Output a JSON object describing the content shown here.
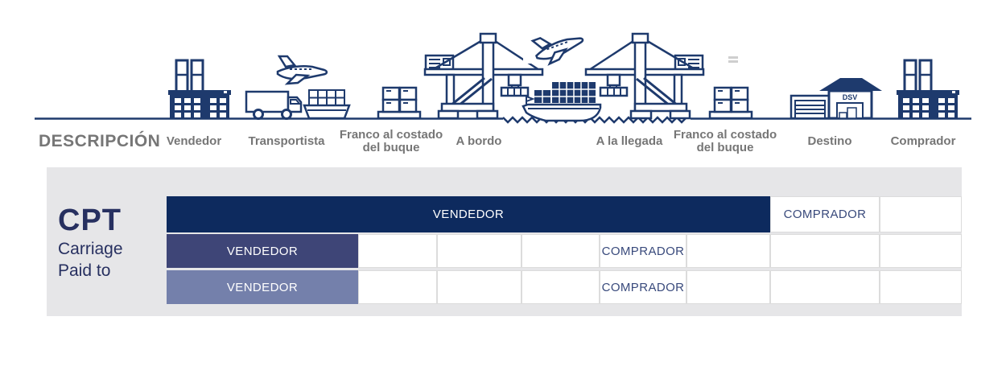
{
  "incoterm": {
    "code": "CPT",
    "name_line1": "Carriage",
    "name_line2": "Paid to"
  },
  "description": {
    "title": "DESCRIPCIÓN",
    "labels": [
      "Vendedor",
      "Transportista",
      "Franco al costado del buque",
      "A bordo",
      "A la llegada",
      "Franco al costado del buque",
      "Destino",
      "Comprador"
    ]
  },
  "warehouse_label": "DSV",
  "icons": [
    "factory-icon",
    "truck-icon",
    "airplane-icon",
    "cargo-ship-icon",
    "boxes-icon",
    "container-crane-icon",
    "runway-icon",
    "airplane-takeoff-icon",
    "container-ship-icon",
    "container-crane-mirrored-icon",
    "equals-icon",
    "boxes-icon",
    "warehouse-icon",
    "factory-icon",
    "ground-line",
    "water-wave"
  ],
  "table": {
    "columns": [
      238,
      98,
      105,
      97,
      108,
      104,
      136,
      102
    ],
    "rows": [
      {
        "cells": [
          {
            "type": "bar",
            "color": "dark",
            "label": "VENDEDOR",
            "span": 6
          },
          {
            "type": "cell",
            "label": "COMPRADOR",
            "span": 1
          },
          {
            "type": "cell",
            "label": "",
            "span": 1
          }
        ]
      },
      {
        "cells": [
          {
            "type": "bar",
            "color": "mid",
            "label": "VENDEDOR",
            "span": 1
          },
          {
            "type": "cell",
            "label": "",
            "span": 1
          },
          {
            "type": "cell",
            "label": "",
            "span": 1
          },
          {
            "type": "cell",
            "label": "",
            "span": 1
          },
          {
            "type": "cell",
            "label": "COMPRADOR",
            "span": 1
          },
          {
            "type": "cell",
            "label": "",
            "span": 1
          },
          {
            "type": "cell",
            "label": "",
            "span": 1
          },
          {
            "type": "cell",
            "label": "",
            "span": 1
          }
        ]
      },
      {
        "cells": [
          {
            "type": "bar",
            "color": "light",
            "label": "VENDEDOR",
            "span": 1
          },
          {
            "type": "cell",
            "label": "",
            "span": 1
          },
          {
            "type": "cell",
            "label": "",
            "span": 1
          },
          {
            "type": "cell",
            "label": "",
            "span": 1
          },
          {
            "type": "cell",
            "label": "COMPRADOR",
            "span": 1
          },
          {
            "type": "cell",
            "label": "",
            "span": 1
          },
          {
            "type": "cell",
            "label": "",
            "span": 1
          },
          {
            "type": "cell",
            "label": "",
            "span": 1
          }
        ]
      }
    ]
  },
  "colors": {
    "navy": "#1e3a6d",
    "bar_dark": "#0d2a5e",
    "bar_mid": "#3e4577",
    "bar_light": "#7480ab",
    "panel": "#e6e6e8",
    "label_gray": "#767676",
    "cell_border": "#dcdcdc",
    "comprador_text": "#394a7c",
    "cpt_navy": "#273060",
    "equals_gray": "#cfcfcf"
  }
}
